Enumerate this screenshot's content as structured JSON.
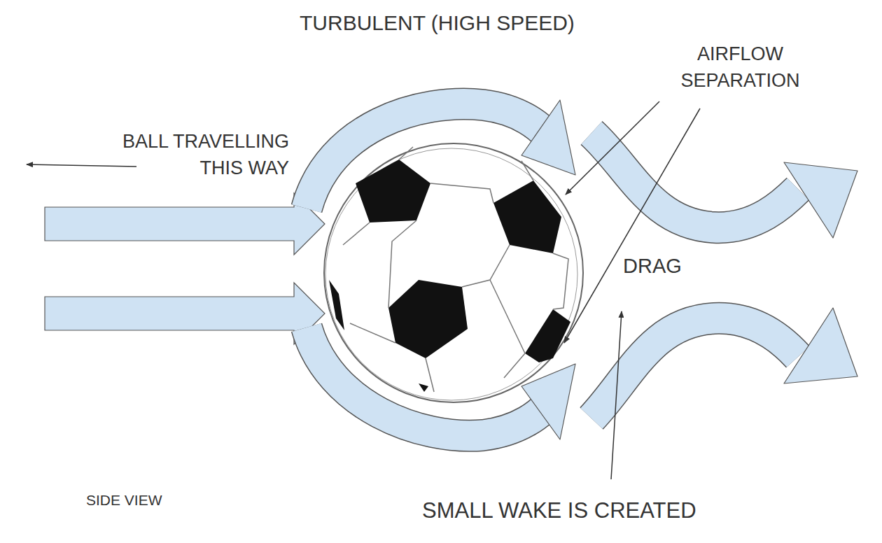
{
  "diagram": {
    "title": "TURBULENT (HIGH SPEED)",
    "labels": [
      "AIRFLOW SEPARATION",
      "BALL TRAVELLING THIS WAY",
      "DRAG",
      "SIDE VIEW",
      "SMALL WAKE IS CREATED"
    ]
  }
}
